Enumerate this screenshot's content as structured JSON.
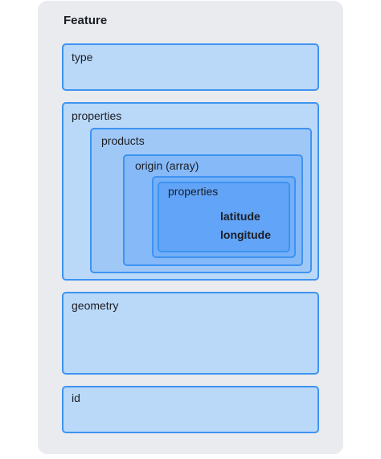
{
  "root": {
    "title": "Feature"
  },
  "type_box": {
    "label": "type"
  },
  "properties_box": {
    "label": "properties",
    "products": {
      "label": "products",
      "origin": {
        "label": "origin (array)",
        "properties": {
          "label": "properties",
          "fields": [
            "latitude",
            "longitude"
          ]
        }
      }
    }
  },
  "geometry_box": {
    "label": "geometry"
  },
  "id_box": {
    "label": "id"
  },
  "colors": {
    "panel_background": "#e9ebef",
    "box_border": "#3f93f1",
    "level1_fill": "#bad8f8",
    "level2_fill": "#a0c8f7",
    "level3_fill": "#86b9f7",
    "level4_fill": "#74aff7",
    "level5_fill": "#62a4f7",
    "text": "#1b1e24"
  }
}
